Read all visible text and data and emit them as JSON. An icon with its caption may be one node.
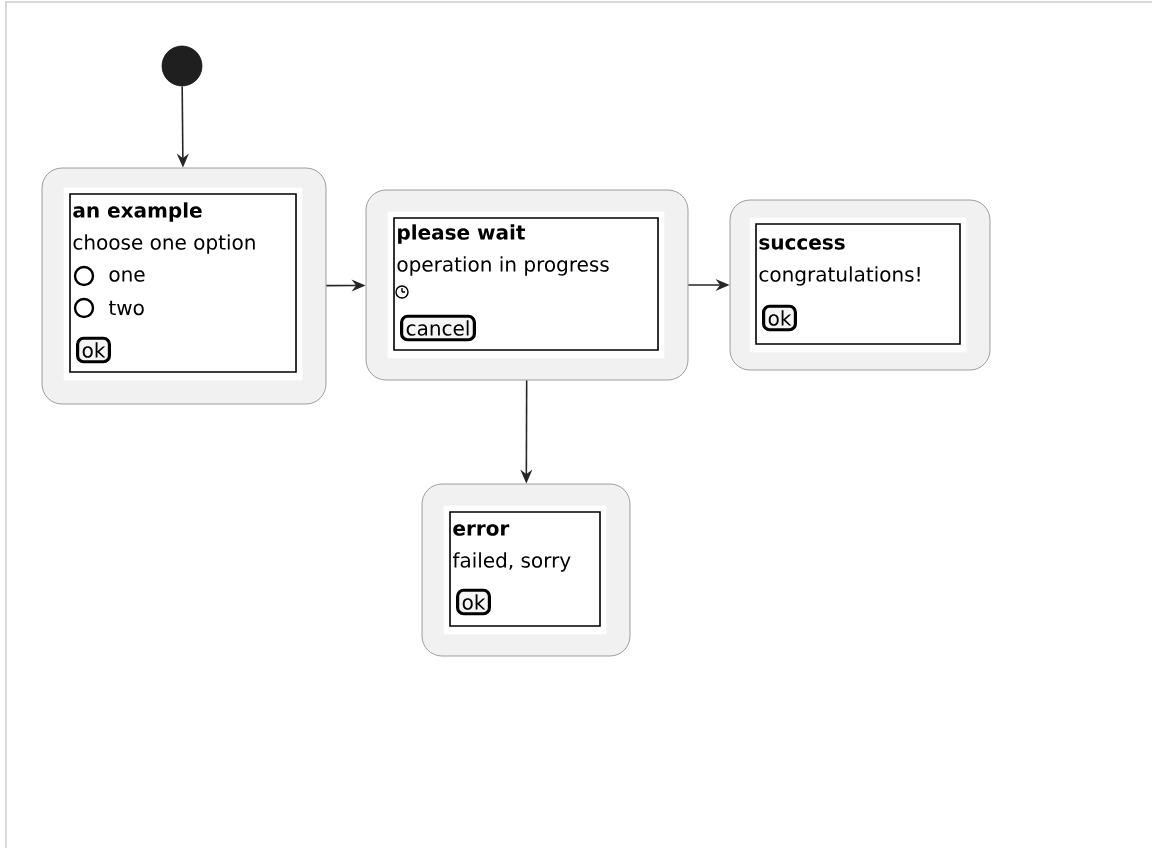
{
  "diagram": {
    "nodes": [
      {
        "text": [],
        "shape": "circle"
      },
      {
        "text": [
          "an example",
          "choose one option",
          "one",
          "two",
          "ok"
        ]
      },
      {
        "text": [
          "please wait",
          "operation in progress",
          "cancel"
        ]
      },
      {
        "text": [
          "success",
          "congratulations!",
          "ok"
        ]
      },
      {
        "text": [
          "error",
          "failed, sorry",
          "ok"
        ]
      }
    ],
    "edges": [
      {
        "from": 0,
        "to": 1,
        "arrow": "to"
      },
      {
        "from": 1,
        "to": 2,
        "arrow": "to"
      },
      {
        "from": 2,
        "to": 3,
        "arrow": "to"
      },
      {
        "from": 2,
        "to": 4,
        "arrow": "to"
      }
    ]
  }
}
